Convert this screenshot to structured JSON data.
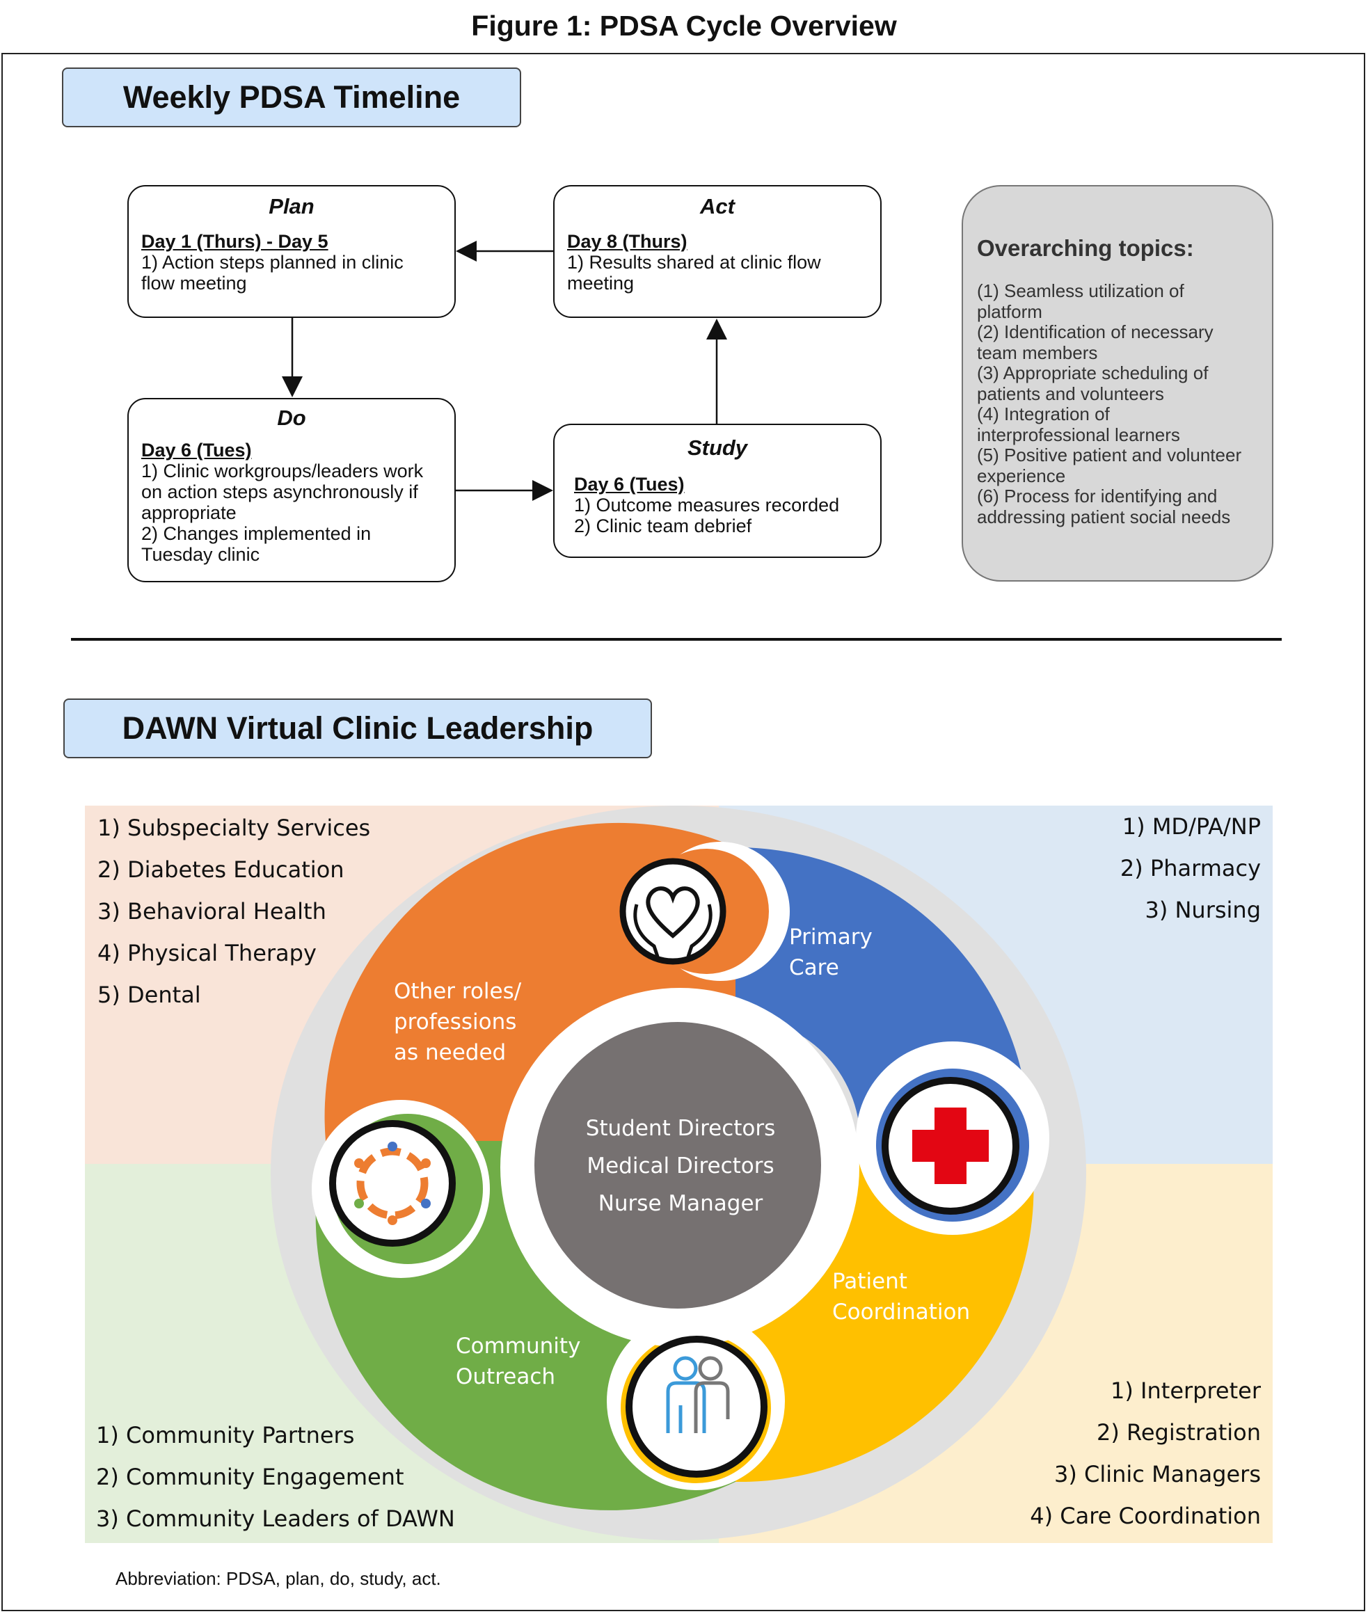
{
  "figure_title": "Figure 1: PDSA Cycle Overview",
  "timeline": {
    "title": "Weekly PDSA Timeline",
    "plan": {
      "heading": "Plan",
      "day": "Day 1 (Thurs) - Day 5",
      "lines": [
        "1) Action steps planned in clinic",
        "flow meeting"
      ]
    },
    "act": {
      "heading": "Act",
      "day": "Day 8 (Thurs)",
      "lines": [
        "1) Results shared at clinic flow",
        "meeting"
      ]
    },
    "do": {
      "heading": "Do",
      "day": "Day 6 (Tues)",
      "lines": [
        "1) Clinic workgroups/leaders work",
        "on action steps asynchronously if",
        "appropriate",
        "2) Changes implemented in",
        "Tuesday clinic"
      ]
    },
    "study": {
      "heading": "Study",
      "day": "Day 6 (Tues)",
      "lines": [
        "1) Outcome measures recorded",
        "2) Clinic team debrief"
      ]
    },
    "topics": {
      "heading": "Overarching topics:",
      "lines": [
        "(1) Seamless utilization of",
        "platform",
        "(2) Identification of necessary",
        "team members",
        "(3) Appropriate scheduling of",
        "patients and volunteers",
        "(4) Integration of",
        "interprofessional learners",
        "(5) Positive patient and volunteer",
        "experience",
        "(6) Process for identifying and",
        "addressing patient social needs"
      ]
    }
  },
  "leadership": {
    "title": "DAWN Virtual Clinic Leadership",
    "quadrants": {
      "top_left": {
        "color": "#f9e4d8",
        "items": [
          "1) Subspecialty Services",
          "2) Diabetes Education",
          "3) Behavioral Health",
          "4) Physical Therapy",
          "5) Dental"
        ]
      },
      "top_right": {
        "color": "#dce8f4",
        "items": [
          "1) MD/PA/NP",
          "2) Pharmacy",
          "3) Nursing"
        ]
      },
      "bottom_left": {
        "color": "#e3efda",
        "items": [
          "1) Community Partners",
          "2) Community Engagement",
          "3) Community Leaders of DAWN"
        ]
      },
      "bottom_right": {
        "color": "#fdeecd",
        "items": [
          "1) Interpreter",
          "2) Registration",
          "3) Clinic Managers",
          "4) Care Coordination"
        ]
      }
    },
    "segments": {
      "other": {
        "label": [
          "Other roles/",
          "professions",
          "as needed"
        ],
        "color": "#ed7d31",
        "icon": "heart-in-hands-icon"
      },
      "primary": {
        "label": [
          "Primary",
          "Care"
        ],
        "color": "#4472c4",
        "icon": "red-cross-icon"
      },
      "patient": {
        "label": [
          "Patient",
          "Coordination"
        ],
        "color": "#ffc000",
        "icon": "caregiver-people-icon"
      },
      "community": {
        "label": [
          "Community",
          "Outreach"
        ],
        "color": "#70ad47",
        "icon": "community-circle-icon"
      }
    },
    "center": {
      "lines": [
        "Student Directors",
        "Medical Directors",
        "Nurse Manager"
      ],
      "color": "#767171"
    }
  },
  "abbreviation": "Abbreviation: PDSA, plan, do, study, act."
}
